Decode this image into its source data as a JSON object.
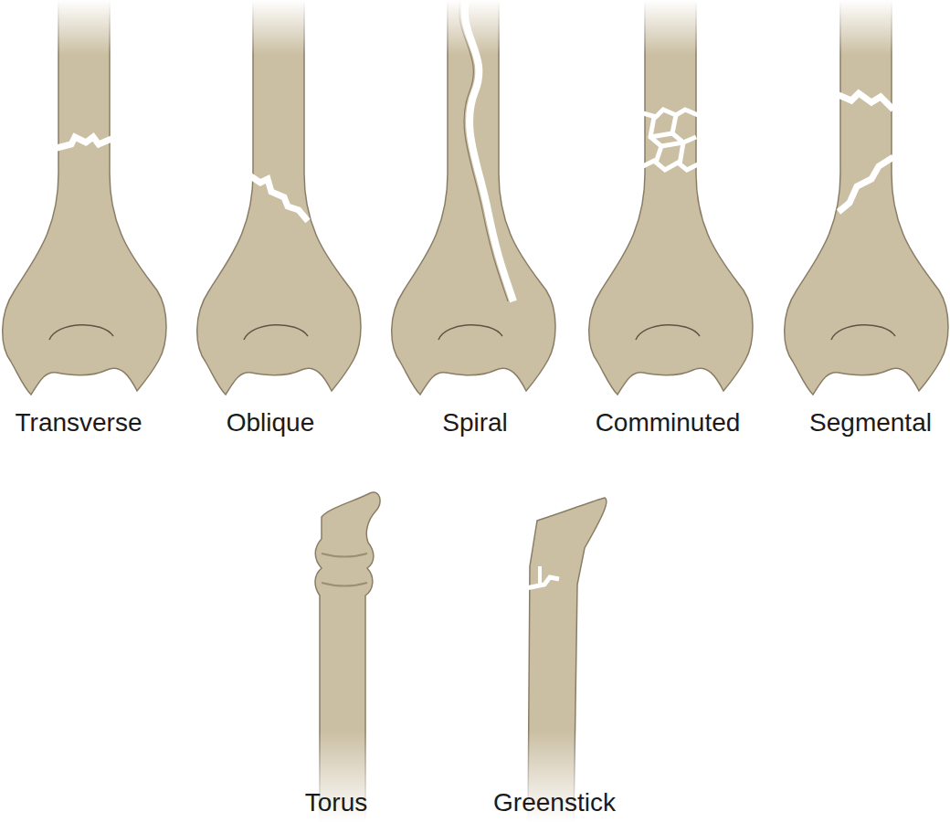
{
  "diagram": {
    "labels": [
      "Transverse",
      "Oblique",
      "Spiral",
      "Comminuted",
      "Segmental",
      "Torus",
      "Greenstick"
    ]
  }
}
